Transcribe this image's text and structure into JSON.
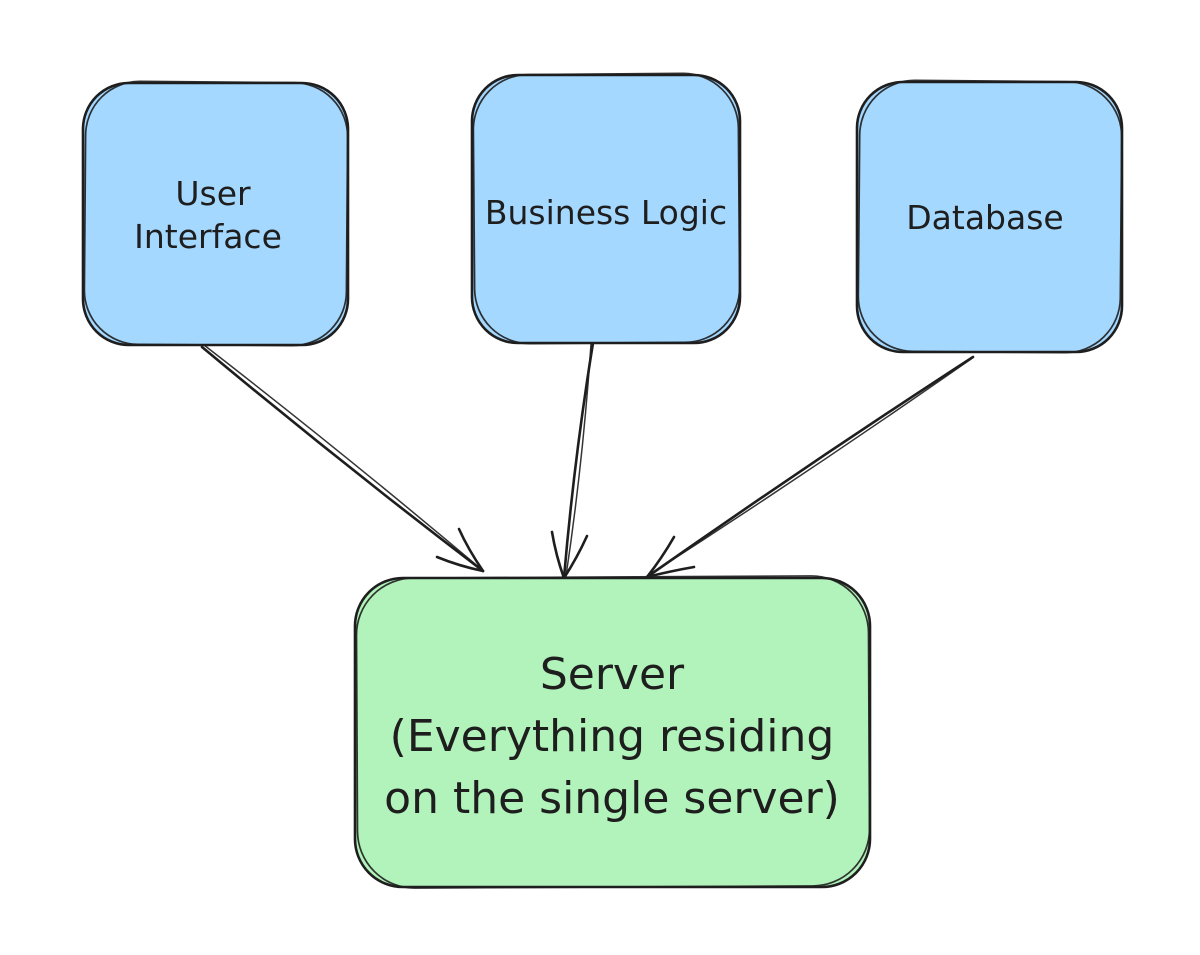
{
  "diagram": {
    "style": "hand-drawn-sketch",
    "background_color": "#ffffff",
    "stroke_color": "#1e1e1e",
    "text_color": "#1e1e1e",
    "node_fill_blue": "#a5d8ff",
    "node_fill_green": "#b2f2bb",
    "nodes": [
      {
        "id": "user-interface",
        "fill": "#a5d8ff",
        "lines": [
          "User",
          "Interface"
        ]
      },
      {
        "id": "business-logic",
        "fill": "#a5d8ff",
        "lines": [
          "Business Logic"
        ]
      },
      {
        "id": "database",
        "fill": "#a5d8ff",
        "lines": [
          "Database"
        ]
      },
      {
        "id": "server",
        "fill": "#b2f2bb",
        "lines": [
          "Server",
          "(Everything residing",
          "on the single server)"
        ]
      }
    ],
    "edges": [
      {
        "id": "user-interface-to-server",
        "from": "user-interface",
        "to": "server",
        "arrowhead": "arrow"
      },
      {
        "id": "business-logic-to-server",
        "from": "business-logic",
        "to": "server",
        "arrowhead": "arrow"
      },
      {
        "id": "database-to-server",
        "from": "database",
        "to": "server",
        "arrowhead": "arrow"
      }
    ]
  }
}
